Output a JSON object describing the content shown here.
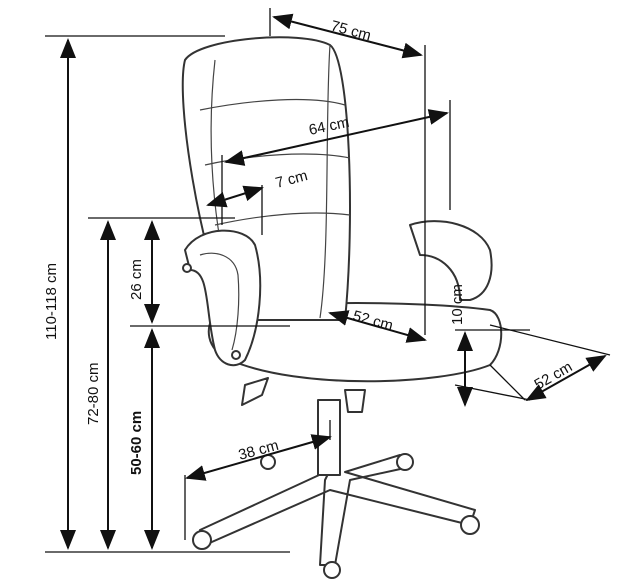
{
  "dimensions": {
    "total_height": "110-118 cm",
    "armrest_height": "72-80 cm",
    "seat_height": "50-60 cm",
    "armrest_above_seat": "26 cm",
    "total_width": "75 cm",
    "backrest_height": "64 cm",
    "armrest_width": "7 cm",
    "seat_depth": "52 cm",
    "seat_thickness": "10 cm",
    "seat_width": "52 cm",
    "base_radius": "38 cm"
  }
}
